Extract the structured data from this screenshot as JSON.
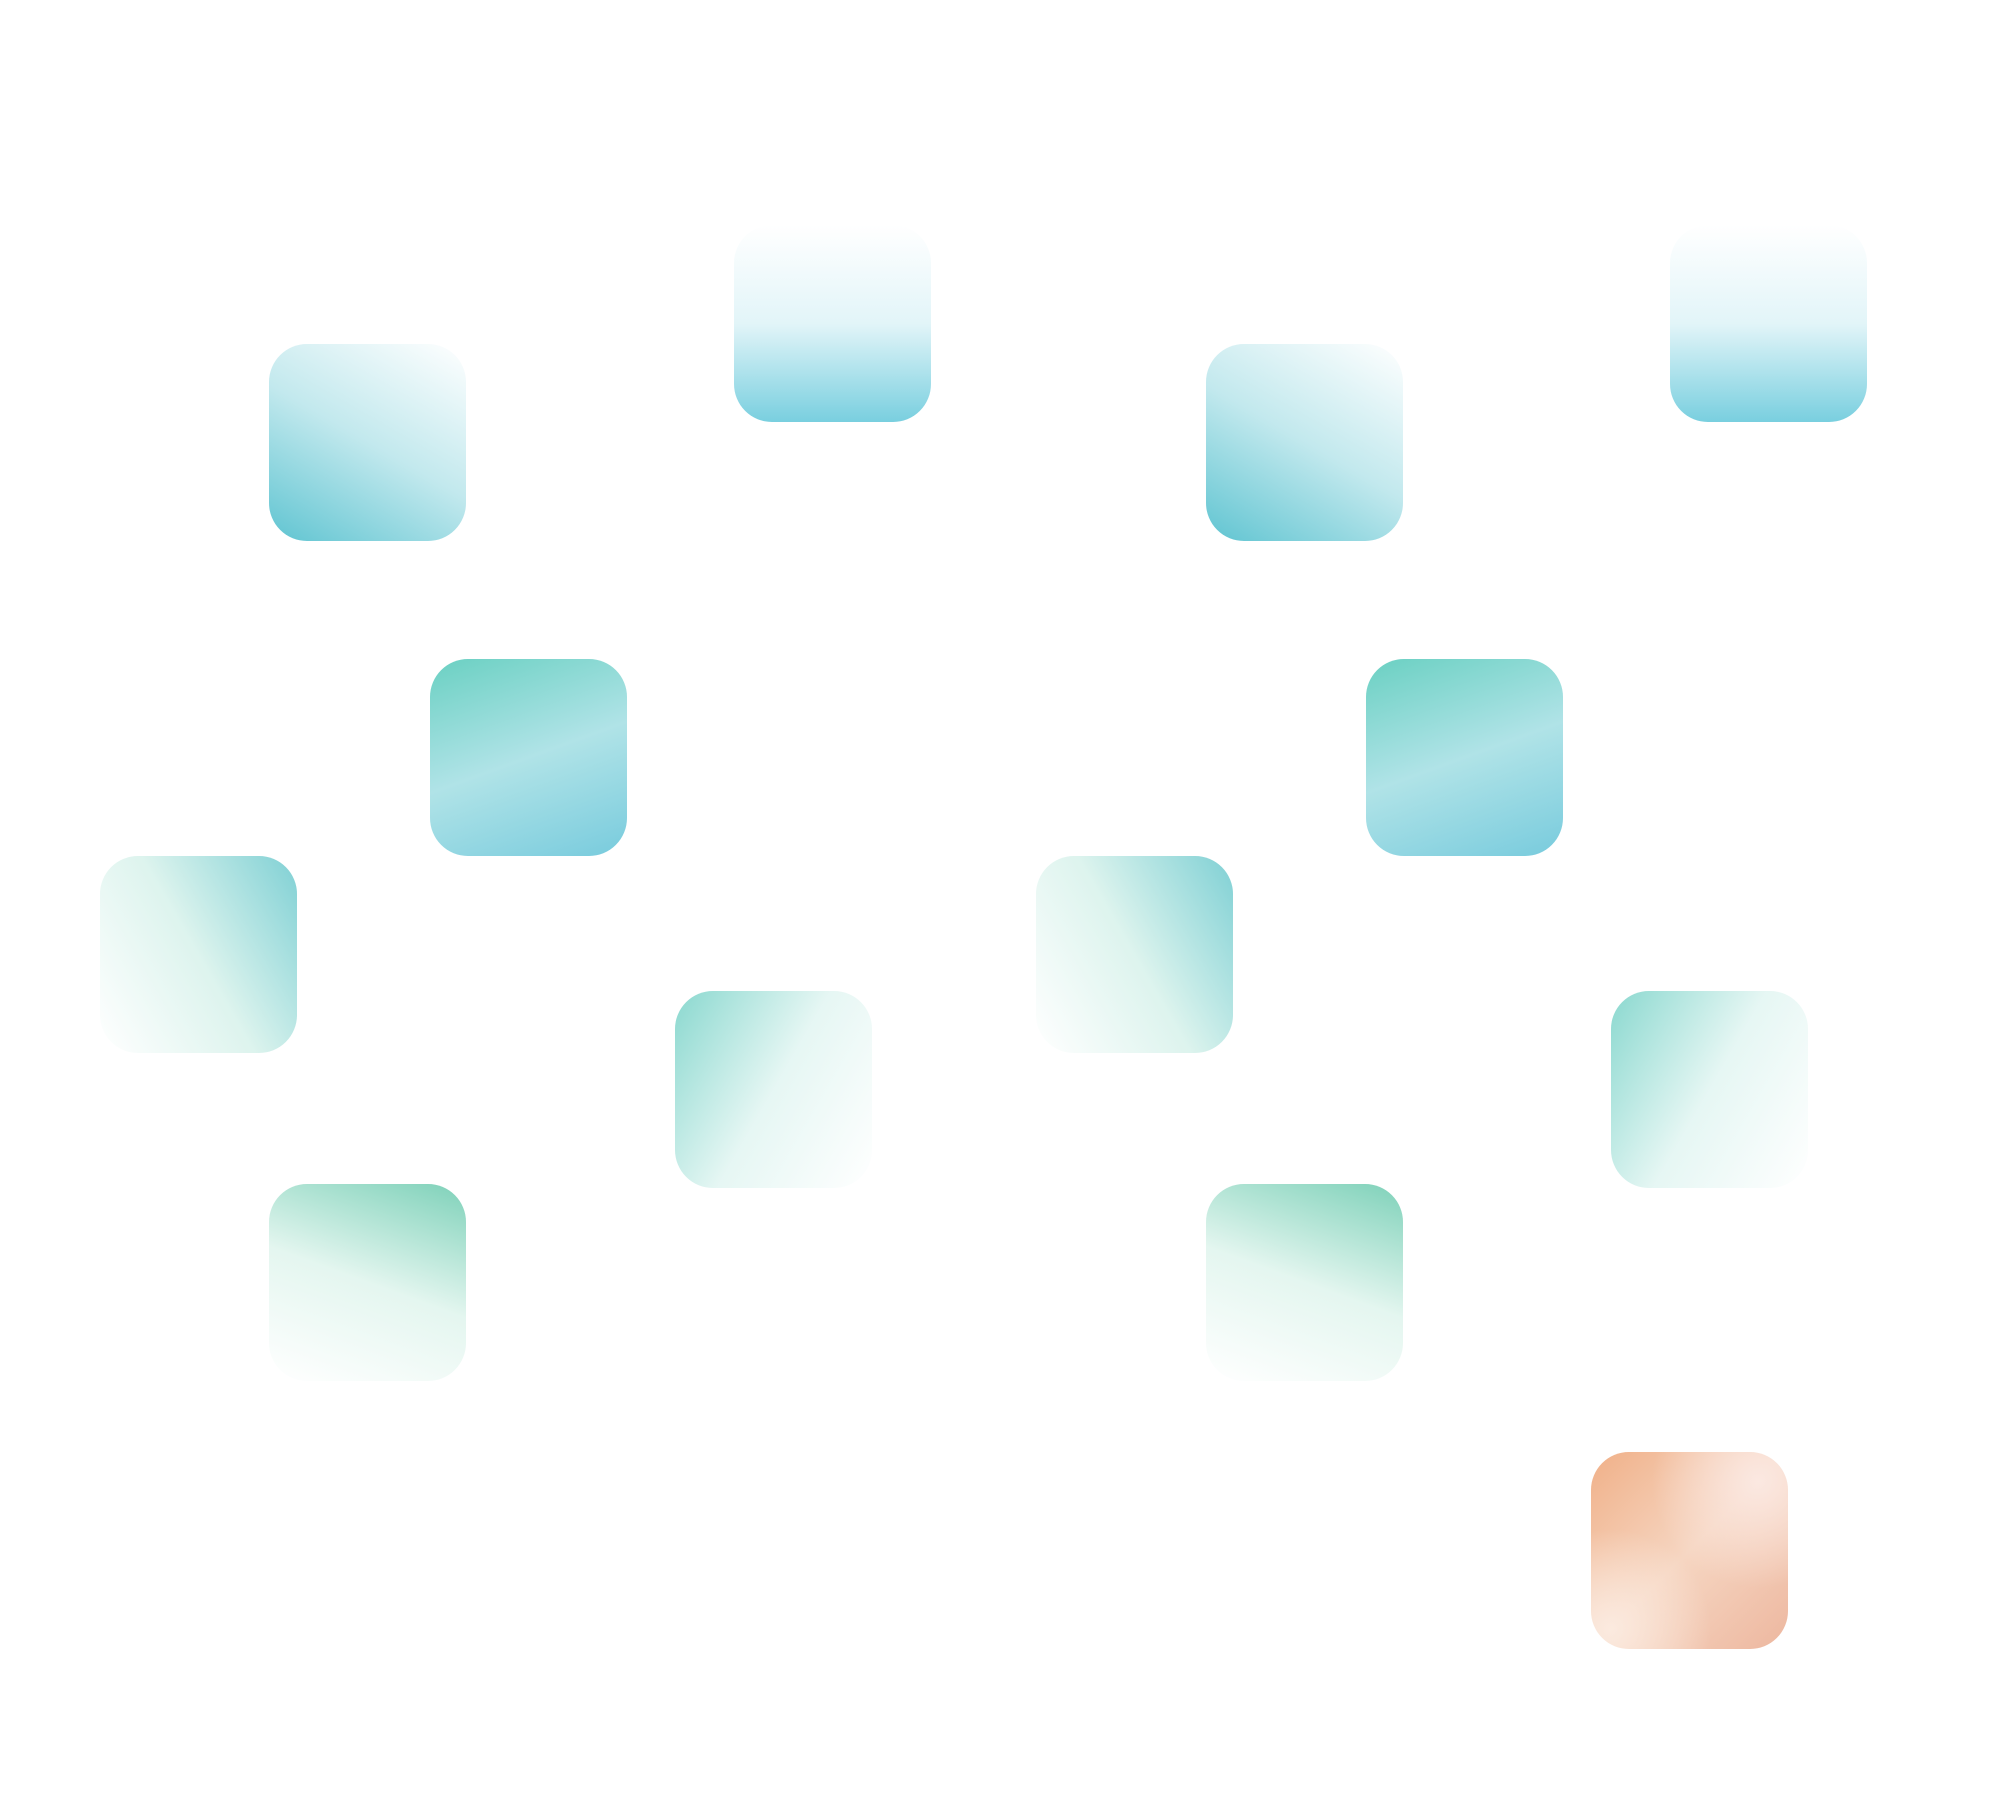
{
  "tiles": [
    {
      "id": "t1",
      "angle": 30,
      "stops": [
        "#5fc4d1",
        "#a8dfe6",
        "#f6fcfd"
      ],
      "fade": [
        1,
        0.7,
        0
      ]
    },
    {
      "id": "t2",
      "angle": 0,
      "stops": [
        "#79cfdf",
        "#cfeef4",
        "#ffffff"
      ],
      "fade": [
        1,
        0.6,
        0
      ]
    },
    {
      "id": "t3",
      "angle": 30,
      "stops": [
        "#5fc4d1",
        "#a8dfe6",
        "#f6fcfd"
      ],
      "fade": [
        1,
        0.7,
        0
      ]
    },
    {
      "id": "t4",
      "angle": 0,
      "stops": [
        "#79cfdf",
        "#cfeef4",
        "#ffffff"
      ],
      "fade": [
        1,
        0.6,
        0
      ]
    },
    {
      "id": "t5",
      "angle": 160,
      "stops": [
        "#6ad0c2",
        "#b0e3e7",
        "#78cbdd"
      ],
      "fade": [
        1,
        1,
        1
      ]
    },
    {
      "id": "t6",
      "angle": 160,
      "stops": [
        "#6ad0c2",
        "#b0e3e7",
        "#78cbdd"
      ],
      "fade": [
        1,
        1,
        1
      ]
    },
    {
      "id": "t7",
      "angle": 60,
      "stops": [
        "#ffffff",
        "#c6ece2",
        "#7fd0d4"
      ],
      "fade": [
        0,
        0.6,
        1
      ]
    },
    {
      "id": "t8",
      "angle": 60,
      "stops": [
        "#ffffff",
        "#c6ece2",
        "#7fd0d4"
      ],
      "fade": [
        0,
        0.6,
        1
      ]
    },
    {
      "id": "t9",
      "angle": 120,
      "stops": [
        "#8ad8cf",
        "#d5f1ec",
        "#ffffff"
      ],
      "fade": [
        1,
        0.6,
        0
      ]
    },
    {
      "id": "t10",
      "angle": 120,
      "stops": [
        "#8ad8cf",
        "#d5f1ec",
        "#ffffff"
      ],
      "fade": [
        1,
        0.6,
        0
      ]
    },
    {
      "id": "t11",
      "angle": 200,
      "stops": [
        "#7ed1b9",
        "#c9ede0",
        "#ffffff"
      ],
      "fade": [
        1,
        0.5,
        0
      ]
    },
    {
      "id": "t12",
      "angle": 200,
      "stops": [
        "#7ed1b9",
        "#c9ede0",
        "#ffffff"
      ],
      "fade": [
        1,
        0.5,
        0
      ]
    },
    {
      "id": "t13",
      "angle": 135,
      "stops": [
        "#f0b088",
        "#f6d6c2",
        "#edb79f"
      ],
      "fade": [
        1,
        1,
        1
      ],
      "overlay": "#fbe8e1"
    }
  ]
}
